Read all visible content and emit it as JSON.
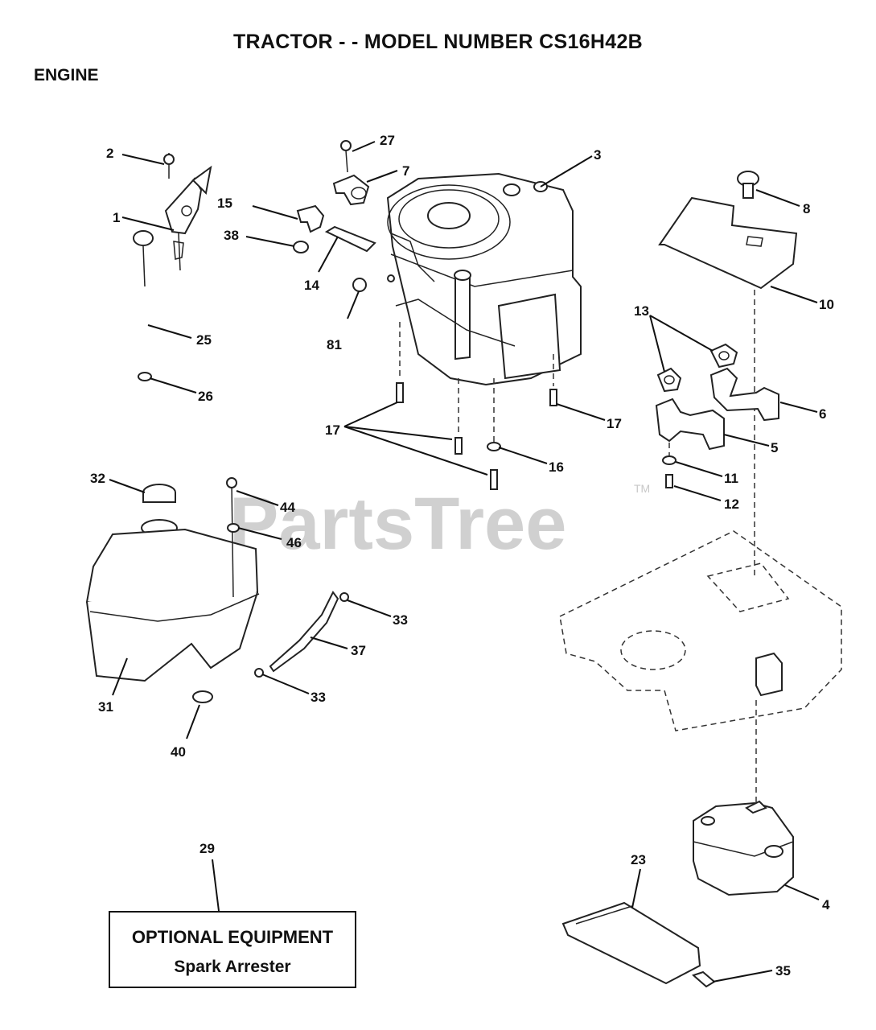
{
  "header": {
    "title": "TRACTOR - - MODEL NUMBER CS16H42B",
    "section": "ENGINE"
  },
  "watermark": {
    "text": "PartsTree",
    "trademark": "TM"
  },
  "callouts": {
    "c1": "1",
    "c2": "2",
    "c3": "3",
    "c4": "4",
    "c5": "5",
    "c6": "6",
    "c7": "7",
    "c8": "8",
    "c10": "10",
    "c11": "11",
    "c12": "12",
    "c13": "13",
    "c14": "14",
    "c15": "15",
    "c16": "16",
    "c17a": "17",
    "c17b": "17",
    "c23": "23",
    "c25": "25",
    "c26": "26",
    "c27": "27",
    "c29": "29",
    "c31": "31",
    "c32": "32",
    "c33a": "33",
    "c33b": "33",
    "c35": "35",
    "c37": "37",
    "c38": "38",
    "c40": "40",
    "c44": "44",
    "c46": "46",
    "c81": "81"
  },
  "optional_box": {
    "title": "OPTIONAL EQUIPMENT",
    "item": "Spark Arrester"
  }
}
